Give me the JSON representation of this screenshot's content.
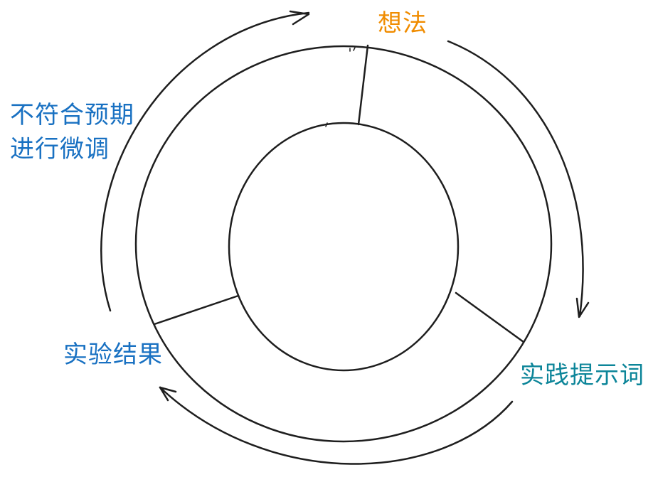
{
  "diagram": {
    "type": "cycle",
    "stroke_color": "#1e1e1e",
    "labels": {
      "idea": {
        "text": "想法",
        "color": "#f08c00"
      },
      "practice_prompt": {
        "text": "实践提示词",
        "color": "#0c8599"
      },
      "experiment_result": {
        "text": "实验结果",
        "color": "#1971c2"
      },
      "mismatch_line1": {
        "text": "不符合预期",
        "color": "#1971c2"
      },
      "mismatch_line2": {
        "text": "进行微调",
        "color": "#1971c2"
      }
    },
    "flow": [
      "想法",
      "实践提示词",
      "实验结果",
      "不符合预期进行微调",
      "想法"
    ],
    "ring_segments": 3
  }
}
